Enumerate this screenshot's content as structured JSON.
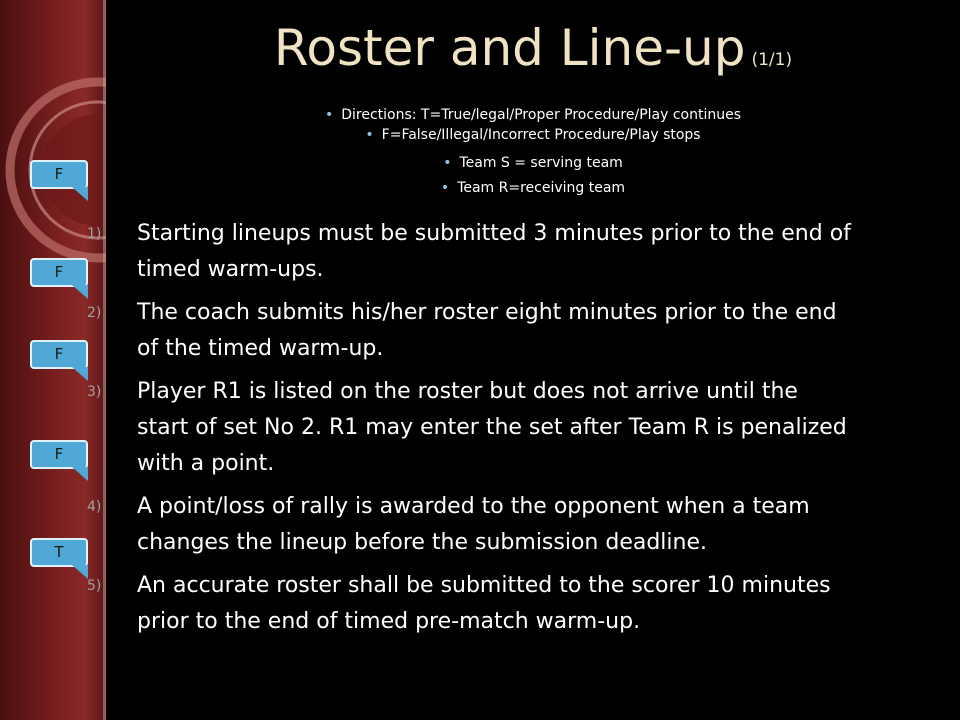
{
  "title": {
    "main": "Roster and Line-up",
    "sub": "(1/1)"
  },
  "directions": [
    "Directions: T=True/legal/Proper Procedure/Play continues",
    "F=False/Illegal/Incorrect Procedure/Play stops",
    "Team S = serving team",
    "Team R=receiving team"
  ],
  "items": [
    {
      "num": "1)",
      "lines": [
        "Starting lineups must be submitted 3 minutes prior to the end of",
        "timed warm-ups."
      ]
    },
    {
      "num": "2)",
      "lines": [
        "The coach submits his/her roster eight minutes prior to the end",
        "of the timed warm-up."
      ]
    },
    {
      "num": "3)",
      "lines": [
        "Player R1 is listed on the roster but does not arrive until the",
        "start of set No 2.  R1 may enter the set after Team R is penalized",
        "with a point."
      ]
    },
    {
      "num": "4)",
      "lines": [
        "A point/loss of rally is awarded to the opponent when a team",
        "changes the lineup before the submission deadline."
      ]
    },
    {
      "num": "5)",
      "lines": [
        "An accurate roster shall be submitted to the scorer 10 minutes",
        "prior to the end of timed pre-match warm-up."
      ]
    }
  ],
  "answers": [
    "F",
    "F",
    "F",
    "F",
    "T"
  ],
  "colors": {
    "title": "#efe3c4",
    "callout": "#4fa8d6",
    "panel": "#7a2020"
  }
}
